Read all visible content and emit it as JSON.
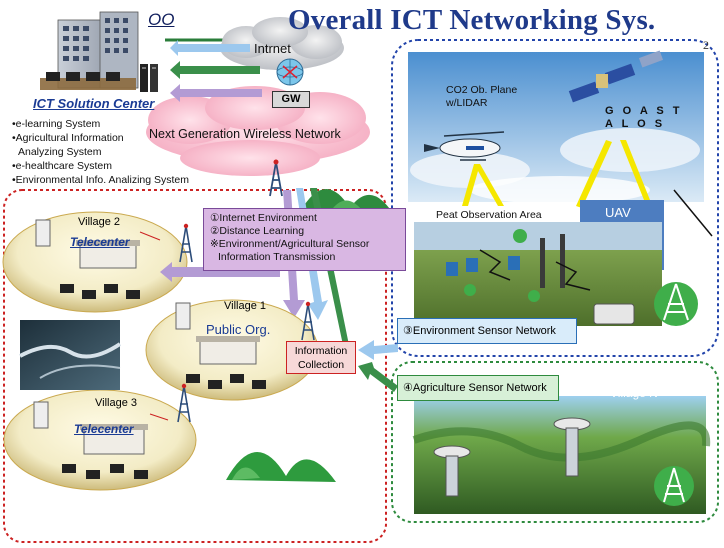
{
  "title": "Overall ICT Networking Sys.",
  "page_number": "2",
  "institution_label": "OO",
  "ict_solution_center": {
    "title": "ICT Solution Center",
    "systems": [
      "•e-learning System",
      "•Agricultural Information",
      "  Analyzing System",
      "•e-healthcare System",
      "•Environmental  Info.  Analizing System"
    ]
  },
  "internet_label": "Intrnet",
  "gw_label": "GW",
  "wireless_network_label": "Next Generation Wireless Network",
  "services_box": [
    "①Internet Environment",
    "②Distance Learning",
    "※Environment/Agricultural Sensor",
    "   Information Transmission"
  ],
  "villages": {
    "village2": {
      "name": "Village 2",
      "facility": "Telecenter"
    },
    "village1": {
      "name": "Village 1",
      "facility": "Public Org."
    },
    "village3": {
      "name": "Village 3",
      "facility": "Telecenter"
    }
  },
  "information_collection": [
    "Information",
    "Collection"
  ],
  "environment_panel": {
    "plane_label": [
      "CO2 Ob. Plane",
      "w/LIDAR"
    ],
    "satellite_label": [
      "G O A S T",
      "A L O S"
    ],
    "area_label": "Peat Observation Area",
    "uav_label": "UAV"
  },
  "environment_sensor_network": "③Environment Sensor  Network",
  "agriculture_sensor_network": "④Agriculture Sensor Network",
  "village_n_label": "Village N",
  "colors": {
    "title": "#1f3a8a",
    "link_blue": "#1a3b94",
    "services_box": "#d9b7e3",
    "arrow_green": "#3a8f4a",
    "arrow_blue": "#8fc1e8",
    "arrow_purple": "#a58ac9",
    "dotted_red": "#cc2222",
    "dotted_blue": "#2244aa",
    "dotted_green": "#2e8b3e"
  },
  "icons": [
    "building-icon",
    "cloud-icon",
    "globe-icon",
    "tower-icon",
    "helicopter-icon",
    "satellite-icon",
    "uav-icon",
    "sensor-icon",
    "laptop-icon",
    "mountain-icon",
    "computer-tower-icon"
  ]
}
